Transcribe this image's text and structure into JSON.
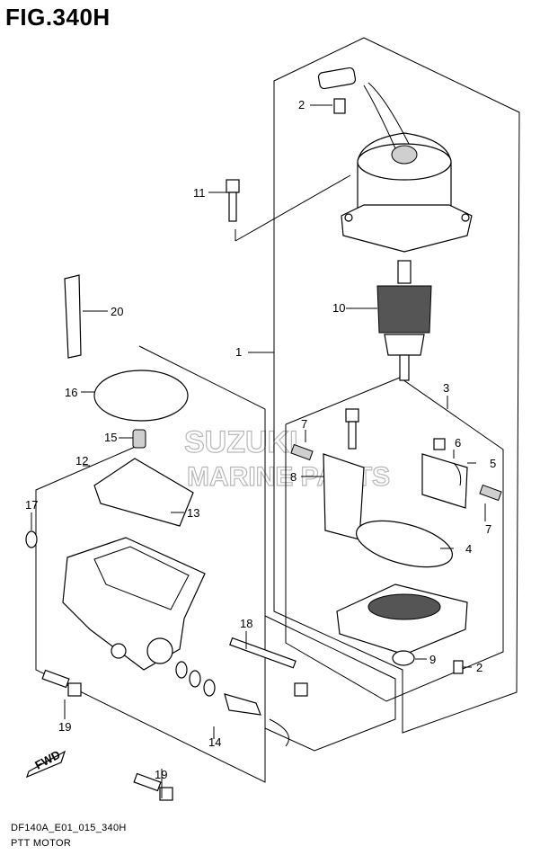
{
  "figure": {
    "title": "FIG.340H"
  },
  "footer": {
    "code": "DF140A_E01_015_340H",
    "name": "PTT MOTOR"
  },
  "watermark": {
    "line1": "SUZUKI",
    "line2": "MARINE PARTS"
  },
  "fwd_label": "FWD",
  "callouts": [
    "1",
    "2",
    "2",
    "3",
    "4",
    "5",
    "6",
    "7",
    "7",
    "8",
    "9",
    "10",
    "11",
    "12",
    "13",
    "14",
    "15",
    "16",
    "17",
    "18",
    "19",
    "19",
    "20"
  ]
}
